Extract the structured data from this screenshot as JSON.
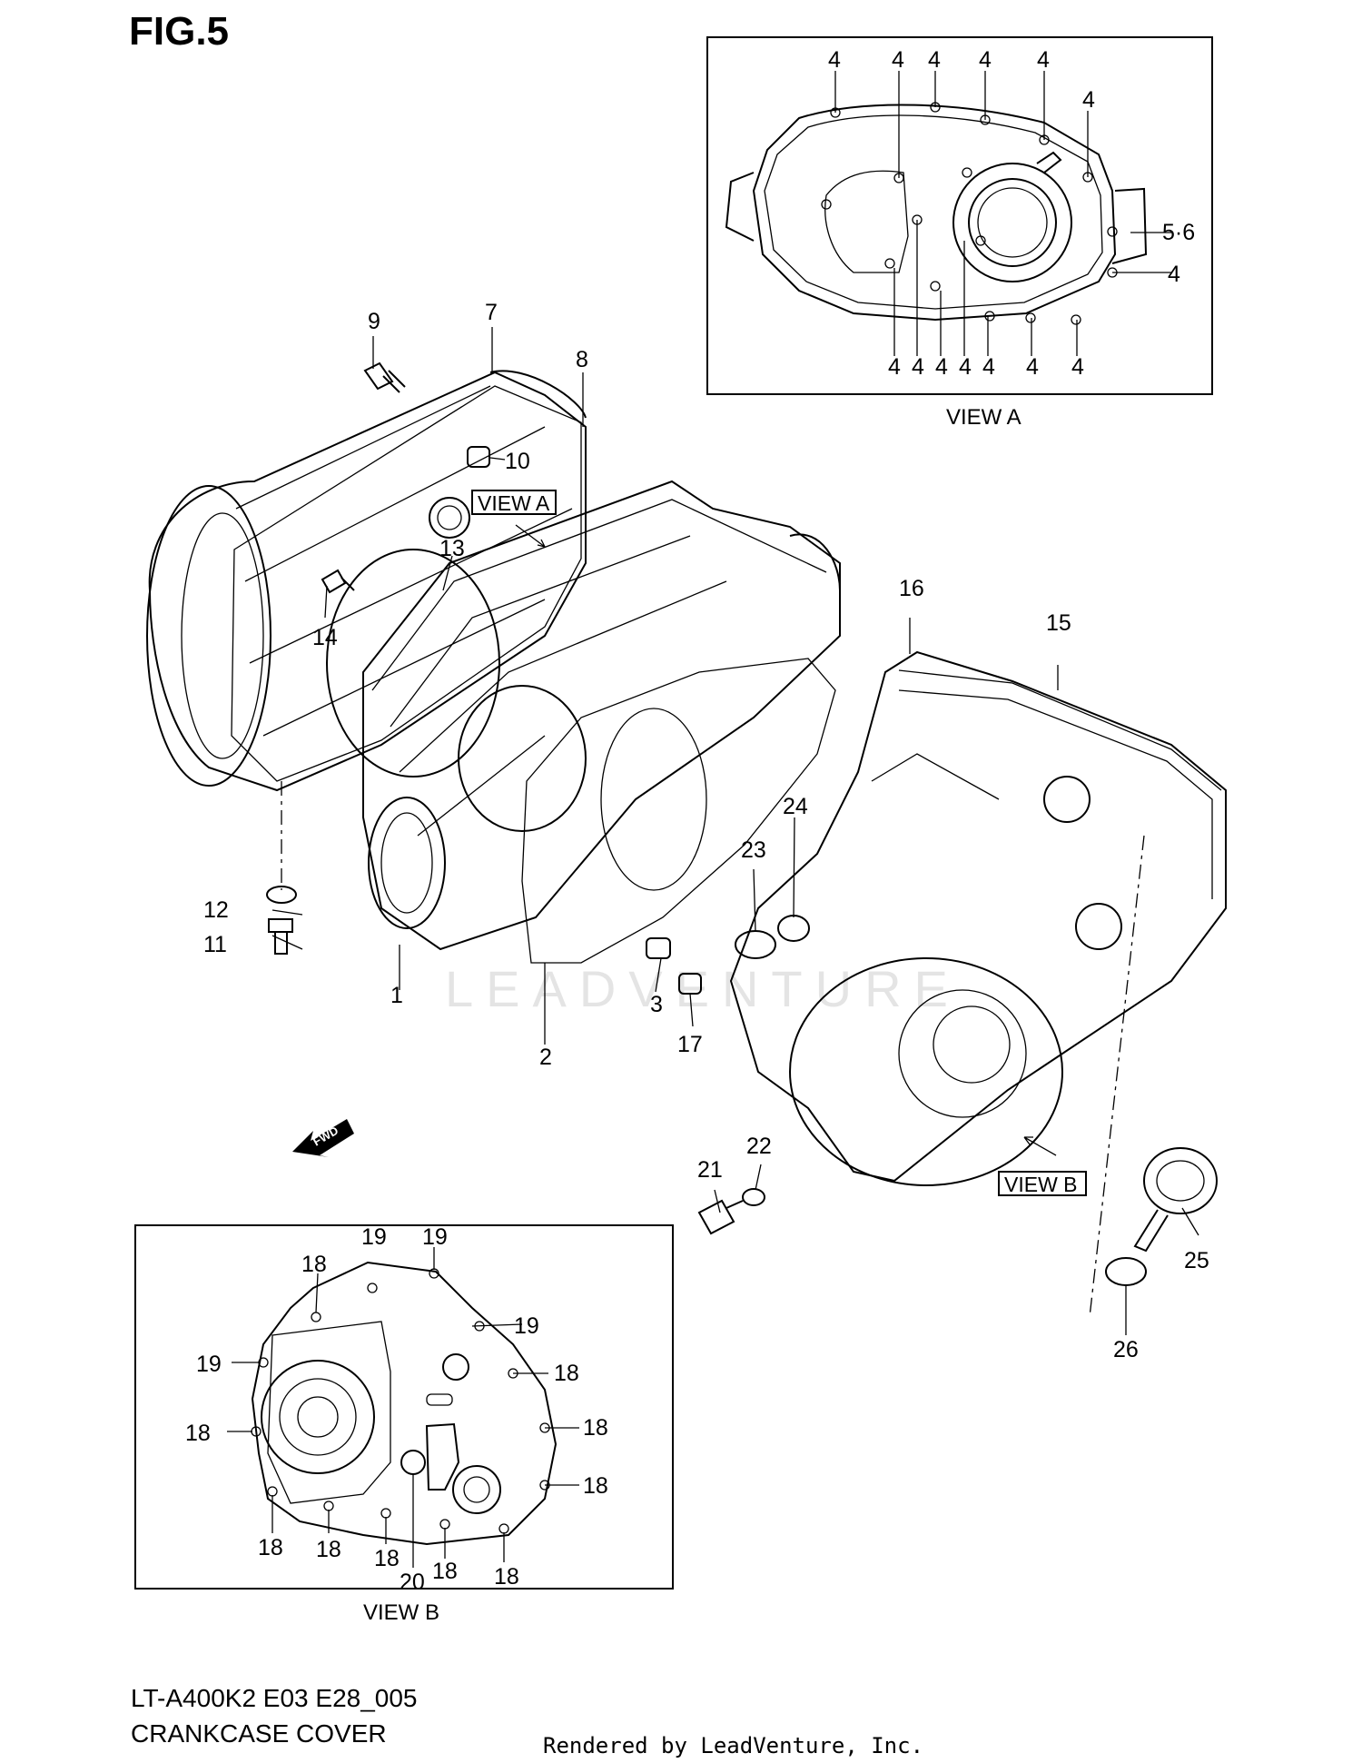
{
  "figure": {
    "title": "FIG.5"
  },
  "view_a": {
    "caption": "VIEW A",
    "tag": "VIEW A"
  },
  "view_b": {
    "caption": "VIEW B",
    "tag": "VIEW B"
  },
  "fwd_label": "FWD",
  "watermark": "LEADVENTURE",
  "footer": {
    "model_code": "LT-A400K2 E03 E28_005",
    "section_name": "CRANKCASE COVER",
    "rendered_by": "Rendered by LeadVenture, Inc."
  },
  "callouts_main": [
    "1",
    "2",
    "3",
    "7",
    "8",
    "9",
    "10",
    "11",
    "12",
    "13",
    "14",
    "15",
    "16",
    "17",
    "21",
    "22",
    "23",
    "24",
    "25",
    "26"
  ],
  "callouts_view_a": [
    "4",
    "5·6"
  ],
  "callouts_view_b": [
    "18",
    "19",
    "20"
  ]
}
